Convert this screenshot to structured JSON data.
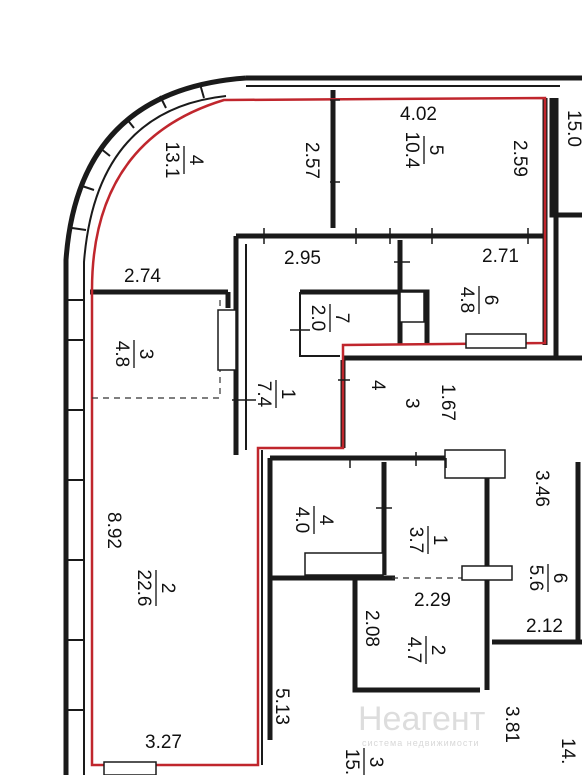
{
  "rooms": [
    {
      "id": "r4top",
      "number": "4",
      "area": "13.1"
    },
    {
      "id": "r5",
      "number": "5",
      "area": "10.4"
    },
    {
      "id": "r6a",
      "number": "6",
      "area": "4.8"
    },
    {
      "id": "r7",
      "number": "7",
      "area": "2.0"
    },
    {
      "id": "r3",
      "number": "3",
      "area": "4.8"
    },
    {
      "id": "r1a",
      "number": "1",
      "area": "7.4"
    },
    {
      "id": "r2a",
      "number": "2",
      "area": "22.6"
    },
    {
      "id": "r4b",
      "number": "4",
      "area": "4.0"
    },
    {
      "id": "r1b",
      "number": "1",
      "area": "3.7"
    },
    {
      "id": "r6b",
      "number": "6",
      "area": "5.6"
    },
    {
      "id": "r2b",
      "number": "2",
      "area": "4.7"
    },
    {
      "id": "r3b",
      "number": "3",
      "area": "15."
    }
  ],
  "dimensions": {
    "d402": "4.02",
    "d257": "2.57",
    "d259": "2.59",
    "d295": "2.95",
    "d271": "2.71",
    "d274": "2.74",
    "d4": "4",
    "d167": "1.67",
    "d3": "3",
    "d346": "3.46",
    "d892": "8.92",
    "d229": "2.29",
    "d212": "2.12",
    "d208": "2.08",
    "d513": "5.13",
    "d327": "3.27",
    "d381": "3.81",
    "d150": "15.0",
    "d14": "14."
  },
  "watermark": {
    "title": "Неагент",
    "subtitle": "система недвижимости"
  }
}
